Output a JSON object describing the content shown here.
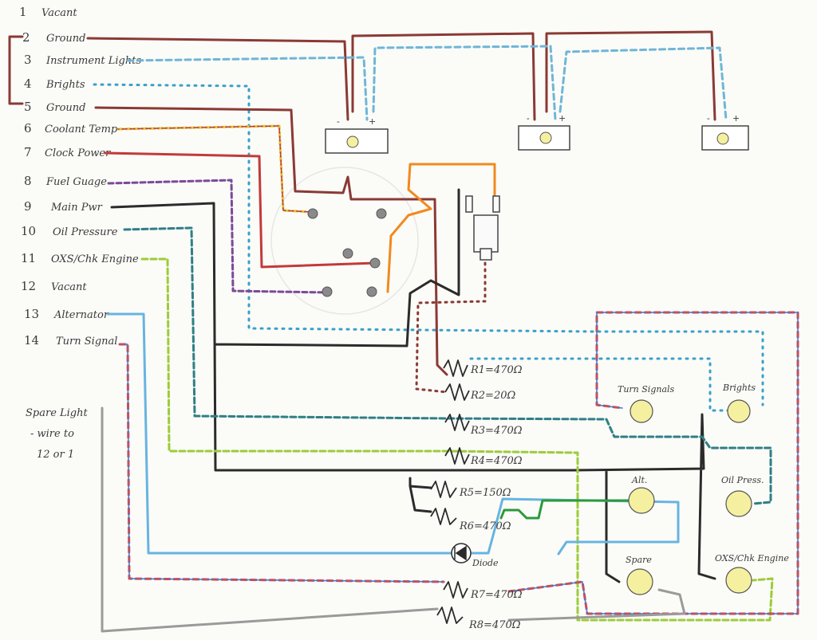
{
  "pins": [
    {
      "num": "1",
      "label": "Vacant"
    },
    {
      "num": "2",
      "label": "Ground"
    },
    {
      "num": "3",
      "label": "Instrument Lights"
    },
    {
      "num": "4",
      "label": "Brights"
    },
    {
      "num": "5",
      "label": "Ground"
    },
    {
      "num": "6",
      "label": "Coolant Temp"
    },
    {
      "num": "7",
      "label": "Clock Power"
    },
    {
      "num": "8",
      "label": "Fuel Guage"
    },
    {
      "num": "9",
      "label": "Main Pwr"
    },
    {
      "num": "10",
      "label": "Oil Pressure"
    },
    {
      "num": "11",
      "label": "OXS/Chk Engine"
    },
    {
      "num": "12",
      "label": "Vacant"
    },
    {
      "num": "13",
      "label": "Alternator"
    },
    {
      "num": "14",
      "label": "Turn Signal"
    }
  ],
  "spare_note": [
    "Spare Light",
    "- wire to",
    "12 or 1"
  ],
  "resistors": [
    "R1=470Ω",
    "R2=20Ω",
    "R3=470Ω",
    "R4=470Ω",
    "R5=150Ω",
    "R6=470Ω",
    "R7=470Ω",
    "R8=470Ω"
  ],
  "diode_label": "Diode",
  "lamps": [
    "Turn Signals",
    "Brights",
    "Oil Press.",
    "Alt.",
    "Spare",
    "OXS/Chk Engine"
  ],
  "polarity": {
    "minus": "-",
    "plus": "+"
  },
  "colors": {
    "ground": "#8a3a34",
    "instrument": "#6fb6d6",
    "brights": "#3aa0c8",
    "coolant": "#e0c43a",
    "clock": "#c23a3a",
    "fuel": "#7a4a98",
    "main": "#2b2b2b",
    "oil": "#2f7f86",
    "oxs": "#9ccc3a",
    "alt": "#67b4e0",
    "turn": "#d24a4a",
    "turn2": "#4a7ad0",
    "spare": "#9a9a9a",
    "orange": "#f08a1e",
    "green": "#2a9a3a",
    "lamp": "#f4f0a0"
  }
}
